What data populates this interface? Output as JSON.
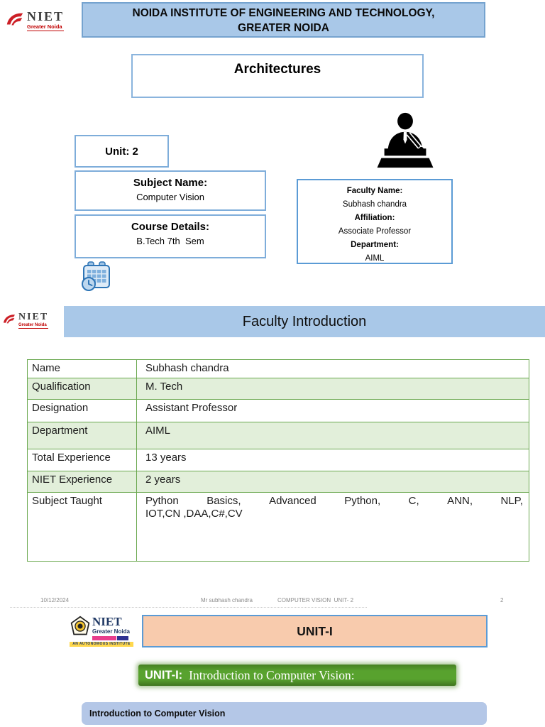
{
  "colors": {
    "header_blue": "#a9c8e8",
    "box_border_blue": "#5b9bd5",
    "table_green": "#6aa84f",
    "row_green": "#e2efda",
    "name_green": "#70ad47",
    "peach": "#f8cbad",
    "green_banner": "#58a22e",
    "lavender": "#b4c7e7",
    "logo_red": "#cc1f26",
    "footer_gray": "#8a8a8a"
  },
  "logo": {
    "name": "NIET",
    "subtitle": "Greater Noida"
  },
  "slide1": {
    "institute_line1": "NOIDA INSTITUTE OF ENGINEERING AND TECHNOLOGY,",
    "institute_line2": "GREATER NOIDA",
    "title": "Architectures",
    "unit": "Unit: 2",
    "subject_label": "Subject Name:",
    "subject_value": "Computer Vision",
    "course_label": "Course Details:",
    "course_value": "B.Tech 7th  Sem",
    "faculty_card": {
      "name_label": "Faculty Name:",
      "name": "Subhash chandra",
      "affiliation_label": "Affiliation:",
      "affiliation": "Associate Professor",
      "department_label": "Department:",
      "department": "AIML"
    },
    "icons": {
      "speaker": "speaker-at-podium-icon",
      "calendar": "calendar-clock-icon"
    }
  },
  "slide2": {
    "banner": "Faculty Introduction",
    "table": {
      "rows": [
        {
          "label": "Name",
          "value": "Subhash chandra"
        },
        {
          "label": "Qualification",
          "value": "M. Tech"
        },
        {
          "label": "Designation",
          "value": "Assistant Professor"
        },
        {
          "label": "Department",
          "value": "AIML"
        },
        {
          "label": "Total Experience",
          "value": "13 years"
        },
        {
          "label": "NIET Experience",
          "value": "2 years"
        },
        {
          "label": "Subject Taught",
          "value": "Python Basics, Advanced Python, C, ANN, NLP, IOT,CN ,DAA,C#,CV",
          "value_words": [
            "Python",
            "Basics,",
            "Advanced",
            "Python,",
            "C,",
            "ANN,",
            "NLP,"
          ],
          "value_line2": "IOT,CN ,DAA,C#,CV"
        }
      ]
    },
    "footer": {
      "date": "10/12/2024",
      "author": "Mr subhash chandra",
      "course": "COMPUTER VISION  UNIT- 2",
      "page": "2"
    }
  },
  "slide3": {
    "logo": {
      "name": "NIET",
      "subtitle": "Greater Noida",
      "tagline": "AN AUTONOMOUS INSTITUTE"
    },
    "unit_banner": "UNIT-I",
    "heading_prefix": "UNIT-I:",
    "heading_text": "Introduction to Computer Vision:",
    "section_title": "Introduction to Computer Vision"
  }
}
